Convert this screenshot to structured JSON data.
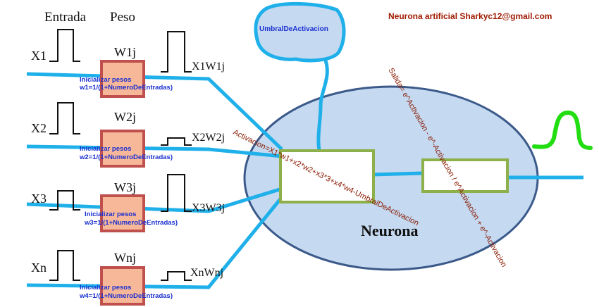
{
  "header": {
    "entrada": "Entrada",
    "peso": "Peso",
    "credit": "Neurona artificial Sharkyc12@gmail.com"
  },
  "inputs": [
    {
      "x": "X1",
      "w": "W1j",
      "xw": "X1W1j",
      "init_1": "Inicializar pesos",
      "init_2": "w1=1/(1+NumeroDeEntradas)"
    },
    {
      "x": "X2",
      "w": "W2j",
      "xw": "X2W2j",
      "init_1": "Inicializar pesos",
      "init_2": "w2=1/(1+NumeroDeEntradas)"
    },
    {
      "x": "X3",
      "w": "W3j",
      "xw": "X3W3j",
      "init_1": "Inicializar pesos",
      "init_2": "w3=1/(1+NumeroDeEntradas)"
    },
    {
      "x": "Xn",
      "w": "Wnj",
      "xw": "XnWnj",
      "init_1": "Inicializar pesos",
      "init_2": "w4=1/(1+NumeroDeEntradas)"
    }
  ],
  "umbral": "UmbralDeActivacion",
  "activacion": "Activacion=X1*w1+x2*w2+x3*3+x4*w4-UmbralDeActivacion",
  "salida": "Salida= e^Activacion - e^-Activacion / e^Activacion + e^-Activacion",
  "neurona": "Neurona",
  "colors": {
    "wire": "#1fb0ea",
    "neuron_fill": "#c5d9f1",
    "neuron_stroke": "#3b5a8a",
    "box_stroke": "#8db04a",
    "weight_fill": "#f7b89a",
    "weight_stroke": "#c0504d",
    "output_wave": "#22dd11"
  }
}
